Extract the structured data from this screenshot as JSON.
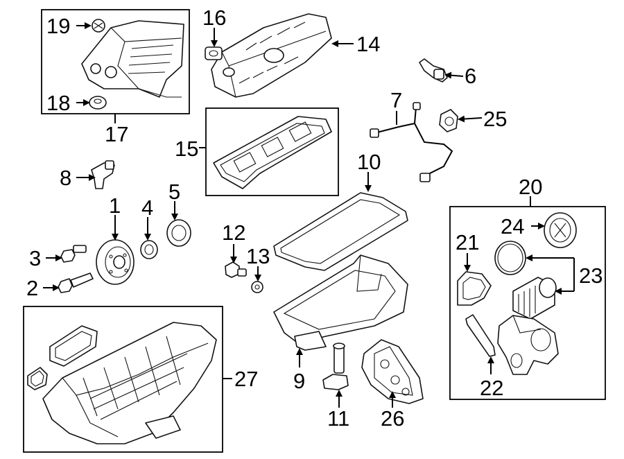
{
  "callouts": {
    "c1": "1",
    "c2": "2",
    "c3": "3",
    "c4": "4",
    "c5": "5",
    "c6": "6",
    "c7": "7",
    "c8": "8",
    "c9": "9",
    "c10": "10",
    "c11": "11",
    "c12": "12",
    "c13": "13",
    "c14": "14",
    "c15": "15",
    "c16": "16",
    "c17": "17",
    "c18": "18",
    "c19": "19",
    "c20": "20",
    "c21": "21",
    "c22": "22",
    "c23": "23",
    "c24": "24",
    "c25": "25",
    "c26": "26",
    "c27": "27"
  },
  "icons": {
    "arrow": "arrow-icon"
  }
}
